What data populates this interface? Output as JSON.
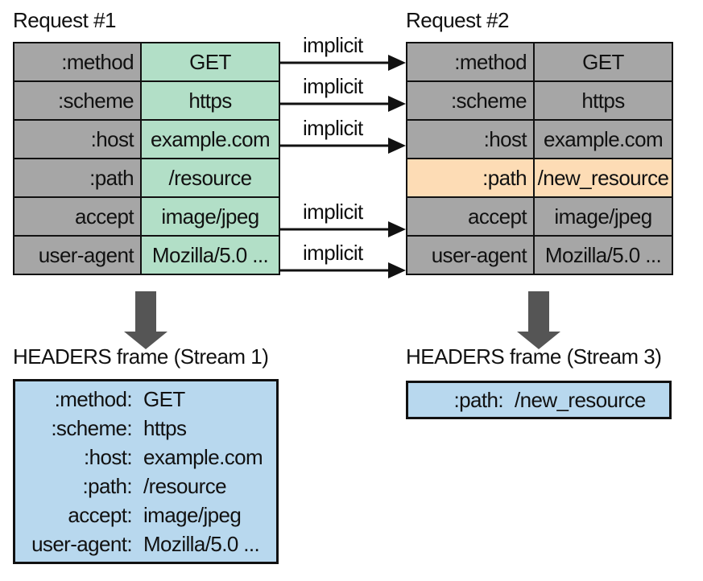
{
  "request1": {
    "title": "Request #1",
    "rows": [
      {
        "name": ":method",
        "value": "GET"
      },
      {
        "name": ":scheme",
        "value": "https"
      },
      {
        "name": ":host",
        "value": "example.com"
      },
      {
        "name": ":path",
        "value": "/resource"
      },
      {
        "name": "accept",
        "value": "image/jpeg"
      },
      {
        "name": "user-agent",
        "value": "Mozilla/5.0 ..."
      }
    ]
  },
  "request2": {
    "title": "Request #2",
    "rows": [
      {
        "name": ":method",
        "value": "GET"
      },
      {
        "name": ":scheme",
        "value": "https"
      },
      {
        "name": ":host",
        "value": "example.com"
      },
      {
        "name": ":path",
        "value": "/new_resource"
      },
      {
        "name": "accept",
        "value": "image/jpeg"
      },
      {
        "name": "user-agent",
        "value": "Mozilla/5.0 ..."
      }
    ]
  },
  "arrows": {
    "label": "implicit"
  },
  "frame1": {
    "title": "HEADERS frame (Stream 1)",
    "rows": [
      {
        "name": ":method:",
        "value": "GET"
      },
      {
        "name": ":scheme:",
        "value": "https"
      },
      {
        "name": ":host:",
        "value": "example.com"
      },
      {
        "name": ":path:",
        "value": "/resource"
      },
      {
        "name": "accept:",
        "value": "image/jpeg"
      },
      {
        "name": "user-agent:",
        "value": "Mozilla/5.0 ..."
      }
    ]
  },
  "frame2": {
    "title": "HEADERS frame (Stream 3)",
    "rows": [
      {
        "name": ":path:",
        "value": "/new_resource"
      }
    ]
  },
  "colors": {
    "request1_value_fill": "#b2dfc7",
    "header_name_fill": "#a6a6a6",
    "changed_row_fill": "#fddcb5",
    "frame_fill": "#b8d8ee",
    "arrow": "#555555"
  }
}
